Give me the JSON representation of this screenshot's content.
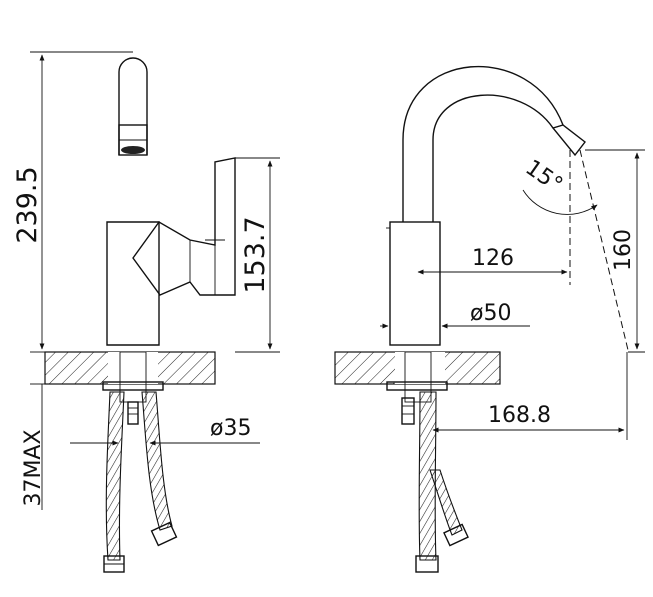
{
  "diagram": {
    "dimensions": {
      "total_height": "239.5",
      "handle_height": "153.7",
      "max_mount_thickness": "37MAX",
      "hole_diameter": "ø35",
      "spout_reach": "126",
      "base_diameter": "ø50",
      "spout_outlet_height": "160",
      "swing_radius": "168.8",
      "spout_angle": "15°"
    }
  }
}
